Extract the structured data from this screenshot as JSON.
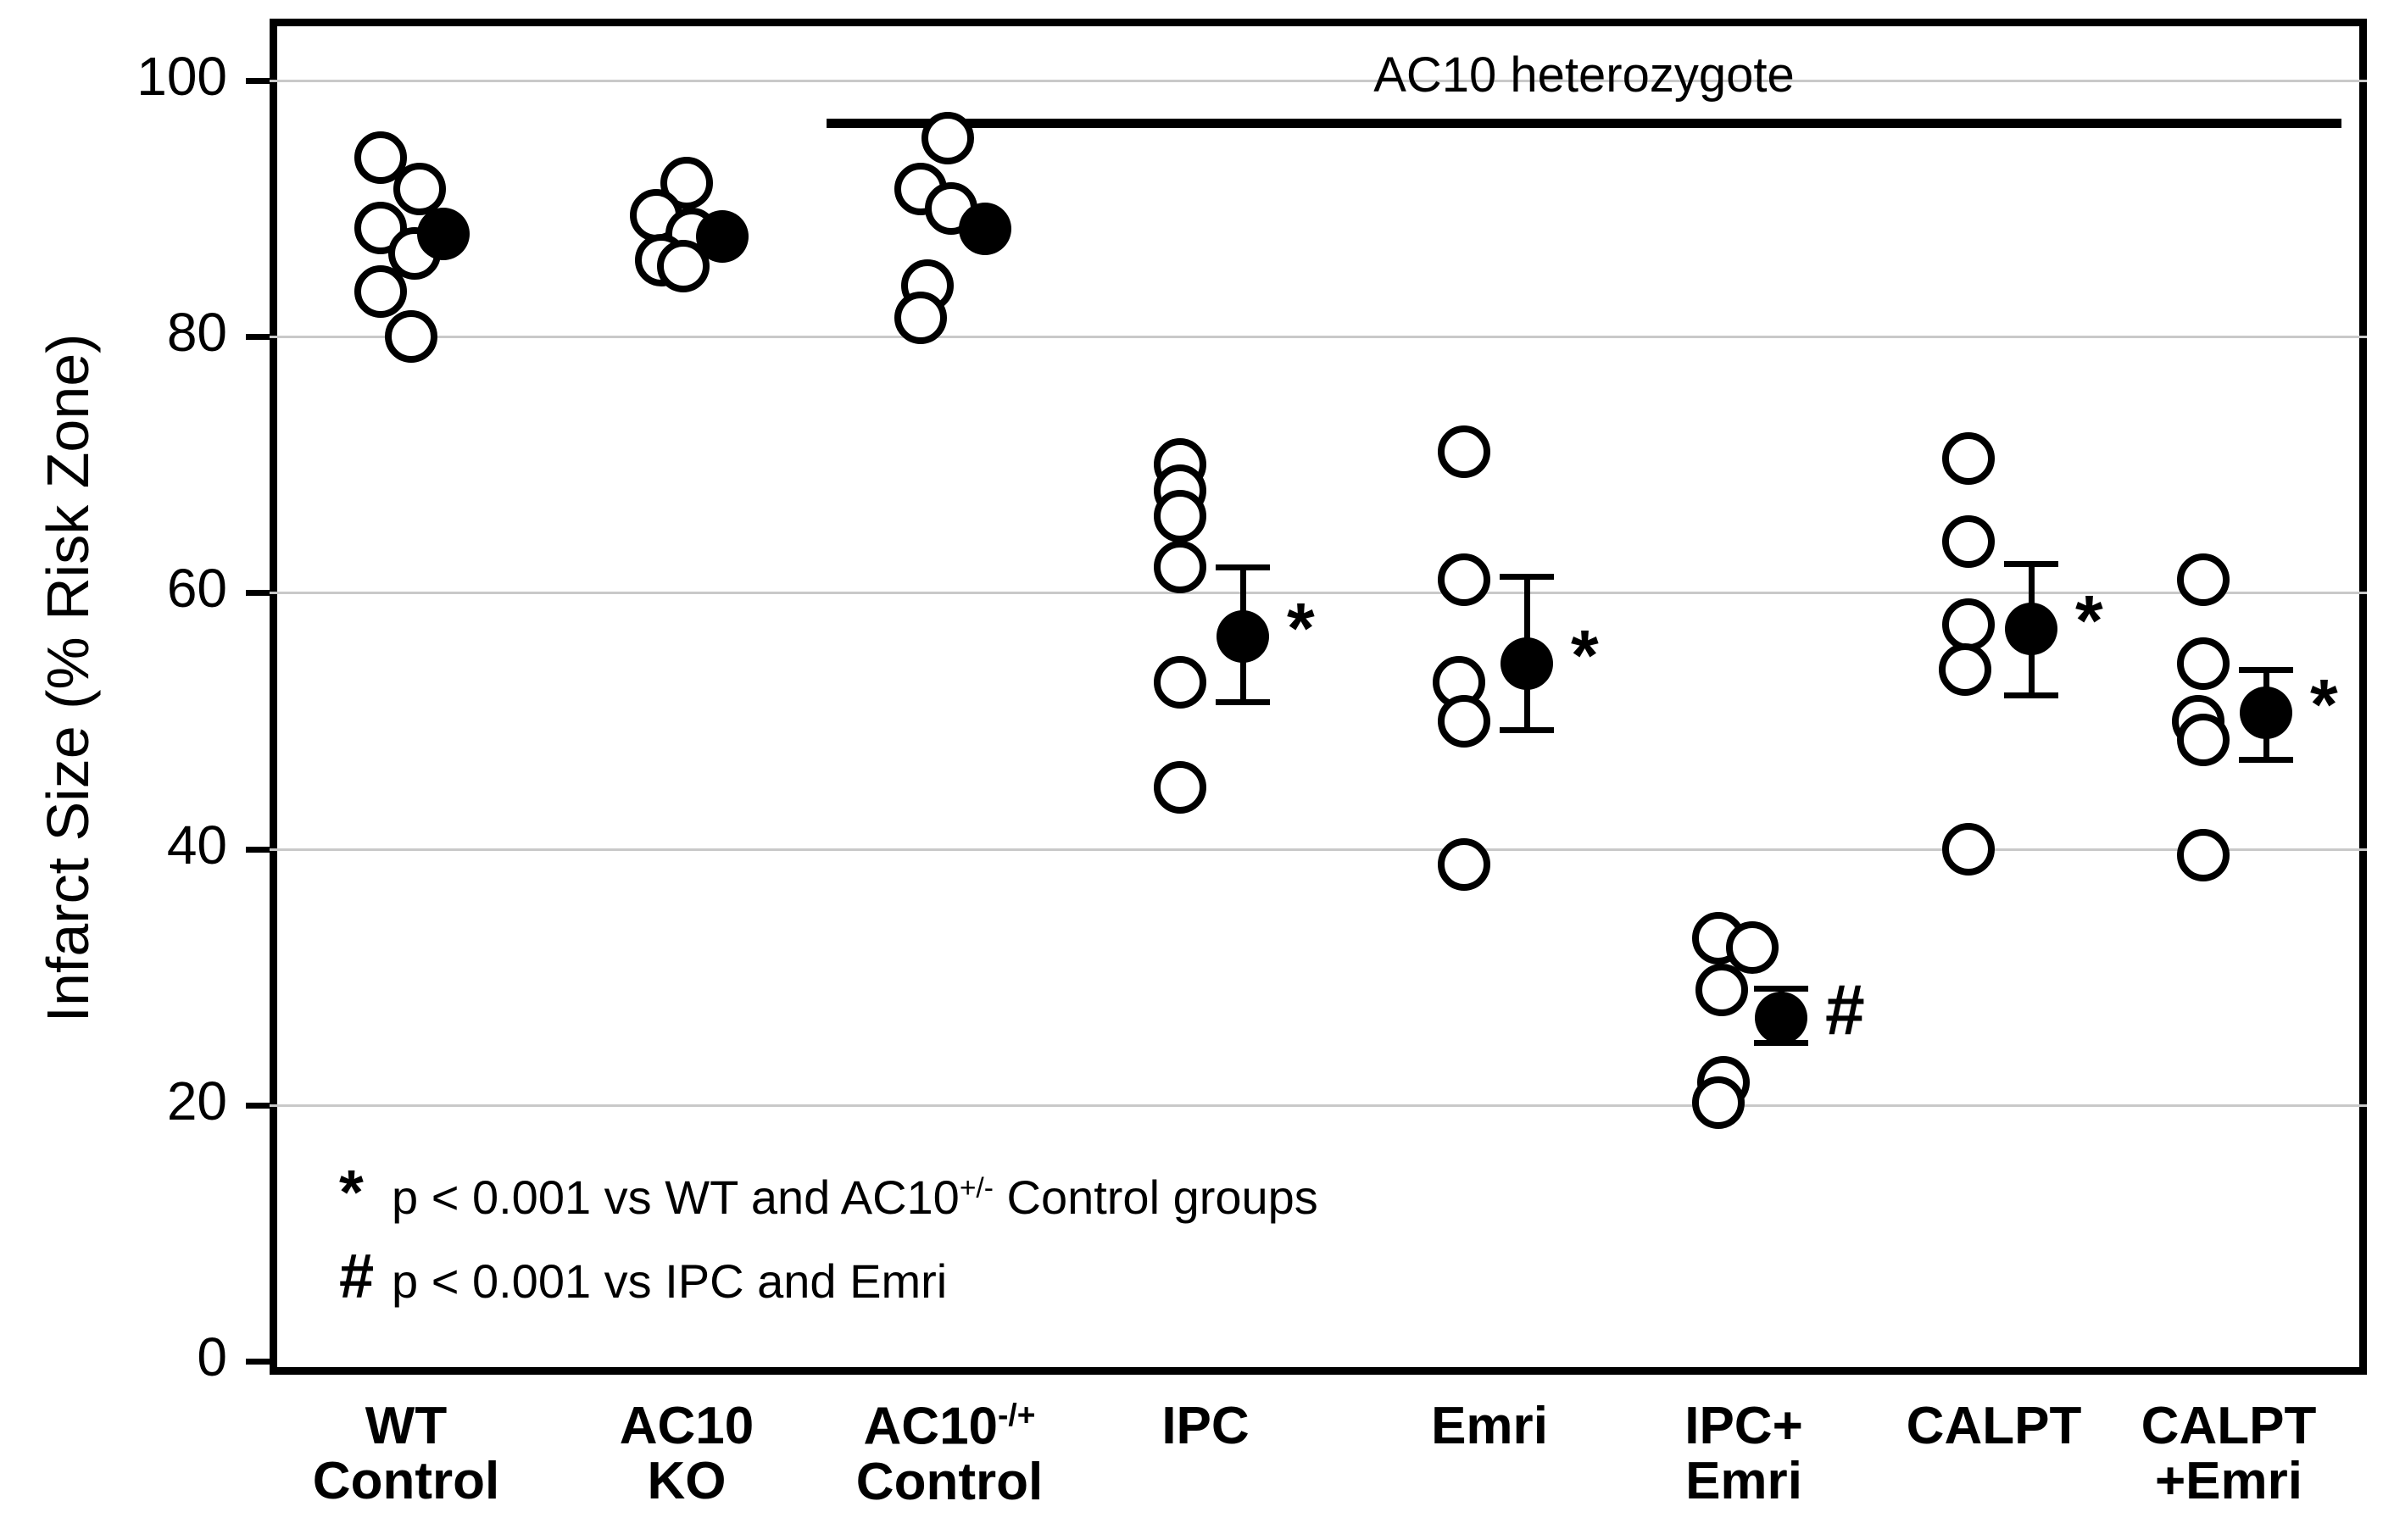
{
  "chart_data": {
    "type": "scatter",
    "title": "",
    "xlabel": "",
    "ylabel": "Infarct Size (% Risk Zone)",
    "ylim": [
      0,
      110
    ],
    "yticks": [
      0,
      20,
      40,
      60,
      80,
      100
    ],
    "ytick_labels": [
      "0",
      "20",
      "40",
      "60",
      "80",
      "100"
    ],
    "grid": "horizontal",
    "legend_position": "inside-bottom-left",
    "group_annotation": {
      "label": "AC10 heterozygote",
      "spans_categories": [
        "AC10-/+ Control",
        "IPC",
        "Emri",
        "IPC+ Emri",
        "CALPT",
        "CALPT +Emri"
      ]
    },
    "categories": [
      "WT Control",
      "AC10 KO",
      "AC10-/+ Control",
      "IPC",
      "Emri",
      "IPC+ Emri",
      "CALPT",
      "CALPT +Emri"
    ],
    "category_labels": [
      [
        "WT",
        "Control"
      ],
      [
        "AC10",
        "KO"
      ],
      [
        "AC10-/+",
        "Control"
      ],
      [
        "IPC",
        ""
      ],
      [
        "Emri",
        ""
      ],
      [
        "IPC+",
        "Emri"
      ],
      [
        "CALPT",
        ""
      ],
      [
        "CALPT",
        "+Emri"
      ]
    ],
    "series": [
      {
        "name": "WT Control",
        "individual_values": [
          94.0,
          91.5,
          88.5,
          86.5,
          83.5,
          80.0
        ],
        "mean": 88.0,
        "sem_lower": null,
        "sem_upper": null,
        "significance": ""
      },
      {
        "name": "AC10 KO",
        "individual_values": [
          92.0,
          89.5,
          88.0,
          86.0,
          85.5
        ],
        "mean": 87.8,
        "sem_lower": null,
        "sem_upper": null,
        "significance": ""
      },
      {
        "name": "AC10-/+ Control",
        "individual_values": [
          95.5,
          91.5,
          90.0,
          84.0,
          81.5
        ],
        "mean": 88.4,
        "sem_lower": null,
        "sem_upper": null,
        "significance": ""
      },
      {
        "name": "IPC",
        "individual_values": [
          70.0,
          68.0,
          66.0,
          62.0,
          53.0,
          44.8
        ],
        "mean": 56.6,
        "sem_lower": 51.5,
        "sem_upper": 62.0,
        "significance": "*"
      },
      {
        "name": "Emri",
        "individual_values": [
          71.0,
          61.0,
          53.0,
          50.0,
          38.8
        ],
        "mean": 54.5,
        "sem_lower": 49.3,
        "sem_upper": 61.3,
        "significance": "*"
      },
      {
        "name": "IPC+ Emri",
        "individual_values": [
          33.0,
          32.3,
          29.0,
          21.8,
          20.2
        ],
        "mean": 26.8,
        "sem_lower": 24.9,
        "sem_upper": 29.1,
        "significance": "#"
      },
      {
        "name": "CALPT",
        "individual_values": [
          70.5,
          64.0,
          57.5,
          54.0,
          40.0
        ],
        "mean": 57.2,
        "sem_lower": 52.0,
        "sem_upper": 62.3,
        "significance": "*"
      },
      {
        "name": "CALPT +Emri",
        "individual_values": [
          61.0,
          54.5,
          50.0,
          48.5,
          39.5
        ],
        "mean": 50.6,
        "sem_lower": 47.0,
        "sem_upper": 54.0,
        "significance": "*"
      }
    ],
    "annotations": [
      {
        "symbol": "*",
        "text_prefix": "p < 0.001 vs WT and AC10",
        "text_sup": "+/-",
        "text_suffix": " Control groups"
      },
      {
        "symbol": "#",
        "text_prefix": "p < 0.001 vs IPC and Emri",
        "text_sup": "",
        "text_suffix": ""
      }
    ]
  },
  "colors": {
    "axis": "#000000",
    "grid": "#c9c9c9",
    "marker_fill_open": "#ffffff",
    "marker_fill_mean": "#000000",
    "background": "#ffffff"
  }
}
